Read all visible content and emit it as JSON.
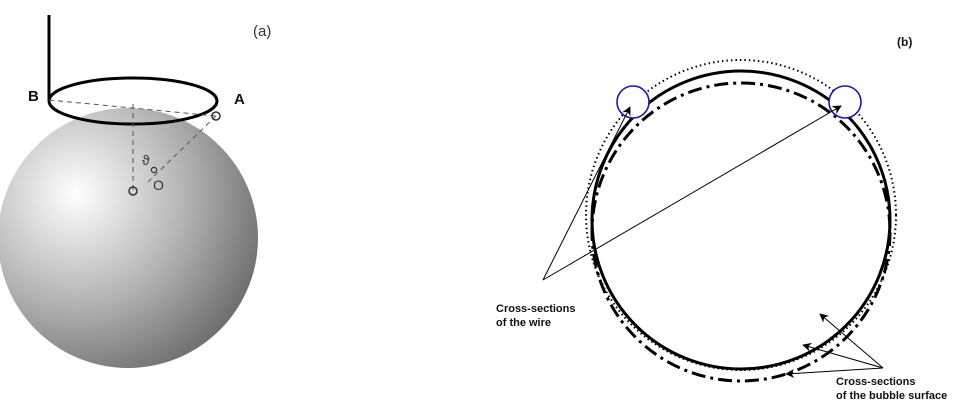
{
  "panel_a": {
    "label": "(a)",
    "point_b": "B",
    "point_a": "A",
    "angle_symbol": "ϑ",
    "center": "O"
  },
  "panel_b": {
    "label": "(b)",
    "wire_callout_line1": "Cross-sections",
    "wire_callout_line2": "of the wire",
    "surface_callout_line1": "Cross-sections",
    "surface_callout_line2": "of the bubble surface"
  },
  "colors": {
    "wire_cross_section": "#1a1aa8",
    "lines": "#000000"
  }
}
